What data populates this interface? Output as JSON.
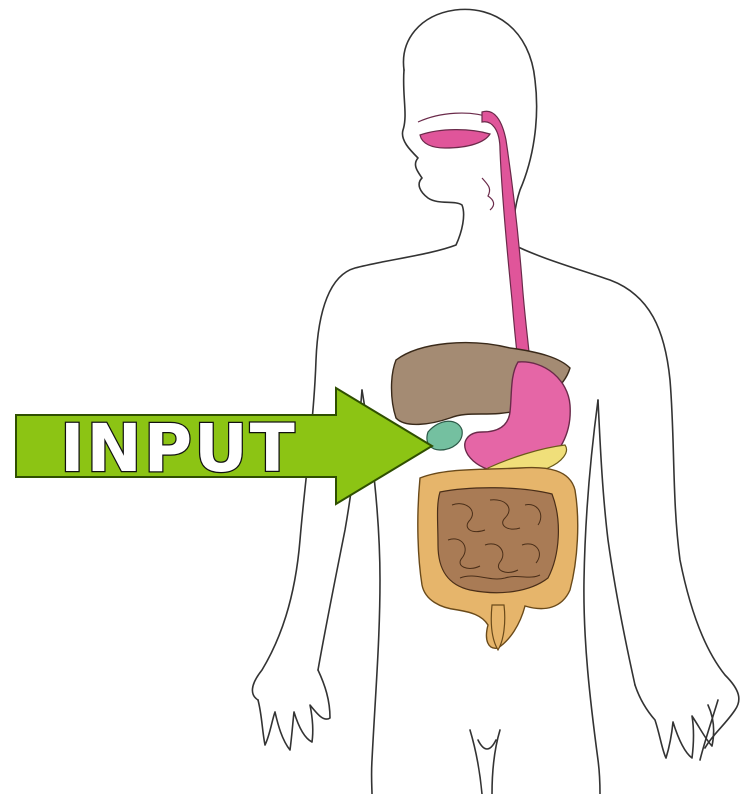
{
  "diagram": {
    "arrow_label": "INPUT",
    "colors": {
      "arrow_fill": "#8cc414",
      "arrow_stroke": "#2f4f00",
      "esophagus": "#e0559a",
      "liver": "#a48b73",
      "stomach": "#e566a6",
      "gallbladder": "#74c0a0",
      "small_intestine": "#a97b55",
      "large_intestine": "#e6b56b",
      "pancreas": "#f0df7a",
      "body_outline": "#333333"
    },
    "icons": [
      "body-outline",
      "esophagus",
      "liver",
      "stomach",
      "gallbladder",
      "pancreas",
      "small-intestine",
      "large-intestine",
      "arrow"
    ]
  }
}
